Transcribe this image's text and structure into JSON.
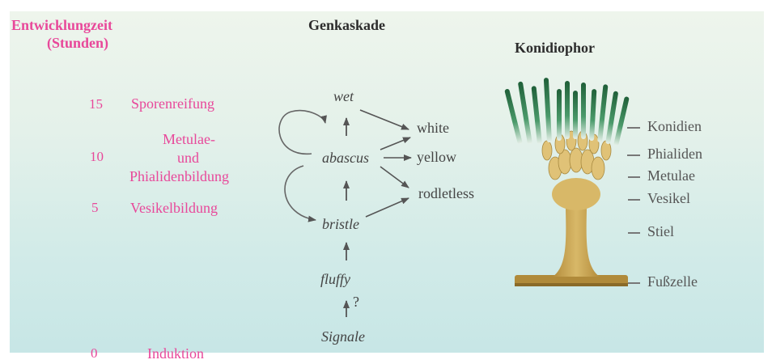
{
  "time_axis": {
    "title_line1": "Entwicklungzeit",
    "title_line2": "(Stunden)",
    "stages": [
      {
        "hour": "15",
        "label_lines": [
          "Sporenreifung"
        ]
      },
      {
        "hour": "10",
        "label_lines": [
          "Metulae-",
          "und",
          "Phialidenbildung"
        ]
      },
      {
        "hour": "5",
        "label_lines": [
          "Vesikelbildung"
        ]
      },
      {
        "hour": "0",
        "label_lines": [
          "Induktion"
        ]
      }
    ]
  },
  "cascade": {
    "title": "Genkaskade",
    "regulators": [
      "wet",
      "abascus",
      "bristle",
      "fluffy",
      "Signale"
    ],
    "question_mark": "?",
    "targets": [
      "white",
      "yellow",
      "rodletless"
    ]
  },
  "conidiophore": {
    "title": "Konidiophor",
    "parts": [
      "Konidien",
      "Phialiden",
      "Metulae",
      "Vesikel",
      "Stiel",
      "Fußzelle"
    ]
  },
  "colors": {
    "accent_pink": "#e8489a",
    "stalk": "#c8a654",
    "spores": "#2f7a4a"
  }
}
